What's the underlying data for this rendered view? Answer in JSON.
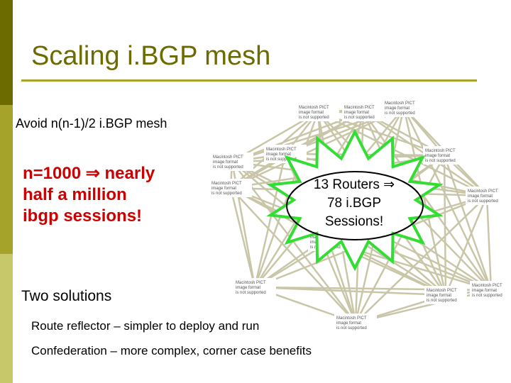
{
  "slide": {
    "title": "Scaling i.BGP mesh",
    "subtitle": "Avoid n(n-1)/2 i.BGP mesh",
    "highlight_line1_prefix": "n=1000 ",
    "highlight_arrow": "⇒",
    "highlight_line1_suffix": " nearly",
    "highlight_line2": "half a million",
    "highlight_line3": "ibgp sessions!",
    "burst_line1_prefix": "13 Routers ",
    "burst_arrow": "⇒",
    "burst_line2": "78 i.BGP",
    "burst_line3": "Sessions!",
    "solutions_heading": "Two solutions",
    "solution_1": "Route reflector – simpler to deploy and run",
    "solution_2": "Confederation – more complex, corner case benefits"
  },
  "colors": {
    "title": "#6b6b00",
    "accent_bar_dark": "#6b6b00",
    "accent_bar_mid": "#a5a32a",
    "accent_bar_light": "#c7c86a",
    "highlight_text": "#cc0000",
    "burst_fill": "#ffffff",
    "burst_stroke": "#33dd33",
    "mesh_line": "#c9c6a8"
  },
  "placeholder_image_lines": [
    "Macintosh PICT",
    "image format",
    "is not supported"
  ],
  "mesh": {
    "router_count": 13
  }
}
